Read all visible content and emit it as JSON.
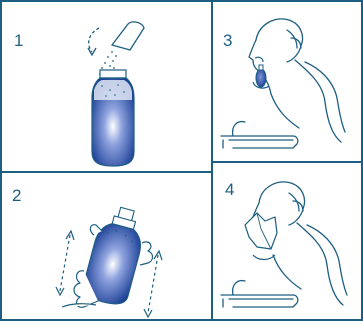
{
  "steps": [
    {
      "number": "1"
    },
    {
      "number": "2"
    },
    {
      "number": "3"
    },
    {
      "number": "4"
    }
  ],
  "colors": {
    "line": "#1d5f82",
    "bottle_dark": "#1b3f95",
    "bottle_light": "#ffffff",
    "background": "#ffffff"
  }
}
